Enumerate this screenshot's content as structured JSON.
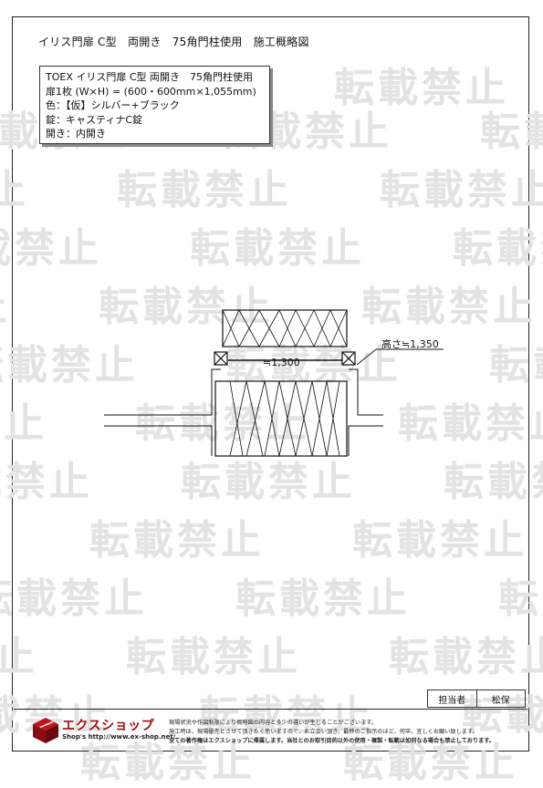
{
  "title": "イリス門扉 C型　両開き　75角門柱使用　施工概略図",
  "watermark_text": "転載禁止",
  "spec": {
    "lines": [
      "TOEX イリス門扉 C型 両開き　75角門柱使用",
      "扉1枚 (W×H) = (600・600mm×1,055mm)",
      "色：【仮】シルバー+ブラック",
      "錠：キャスティナC錠",
      "開き：内開き"
    ]
  },
  "dimensions": {
    "width_label": "≒1,300",
    "height_label": "高さ≒1,350"
  },
  "staff": {
    "label": "担当者",
    "name": "松保"
  },
  "company": {
    "name": "エクスショップ",
    "url": "Shop's http://www.ex-shop.net/",
    "brand_color": "#a30d14"
  },
  "notice": [
    "現場状況や作図制限により概略図の内容と多少の違いが生じることがございます。",
    "施工時は、現場優先とさせて頂きたく思いますので、お立会い頂き、最終のご指示のほど、何卒、宜しくお願い致します。",
    "全ての著作権はエクスショップに帰属します。当社とのお取引目的以外の使用・複製・転載は如何なる場合も禁止しております。"
  ]
}
